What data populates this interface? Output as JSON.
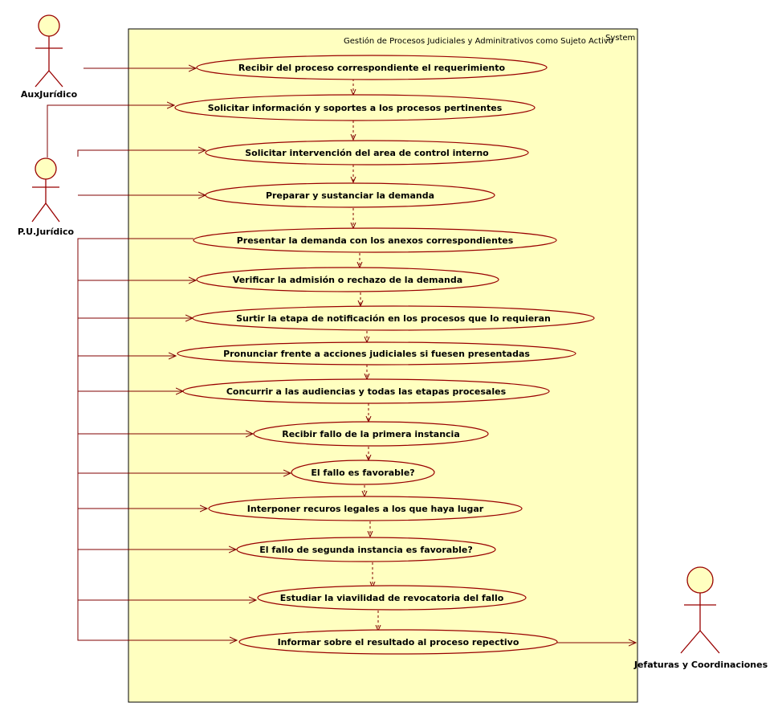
{
  "system": {
    "title": "Gestión de Procesos Judiciales y Adminitrativos como Sujeto Activo",
    "stereotype": "System"
  },
  "actors": {
    "aux": "AuxJurídico",
    "pu": "P.U.Jurídico",
    "jef": "Jefaturas y Coordinaciones"
  },
  "use_cases": [
    "Recibir del proceso correspondiente el requerimiento",
    "Solicitar información y soportes a los procesos pertinentes",
    "Solicitar intervención  del area de control interno",
    "Preparar y sustanciar la demanda",
    "Presentar la demanda con los anexos correspondientes",
    "Verificar la admisión o rechazo de la demanda",
    "Surtir la etapa de notificación en los procesos que lo requieran",
    "Pronunciar frente a acciones judiciales si fuesen presentadas",
    "Concurrir a las audiencias y todas las etapas procesales",
    "Recibir fallo de la primera instancia",
    "El fallo es favorable?",
    "Interponer recuros legales a los que haya lugar",
    "El fallo de segunda instancia es favorable?",
    "Estudiar la viavilidad de revocatoria del fallo",
    "Informar sobre el resultado al proceso repectivo"
  ],
  "colors": {
    "fill": "#ffffc0",
    "stroke": "#990000",
    "line": "#800000"
  }
}
